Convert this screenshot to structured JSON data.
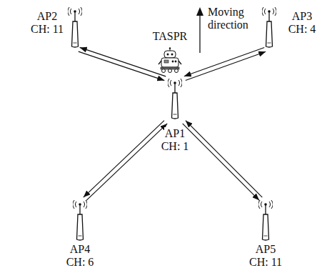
{
  "diagram": {
    "nodes": [
      {
        "text": [
          "AP2",
          "CH: 11"
        ]
      },
      {
        "text": [
          "AP3",
          "CH: 4"
        ]
      },
      {
        "text": [
          "TASPR"
        ]
      },
      {
        "text": [
          "AP1",
          "CH: 1"
        ]
      },
      {
        "text": [
          "AP4",
          "CH: 6"
        ]
      },
      {
        "text": [
          "AP5",
          "CH: 11"
        ]
      }
    ],
    "edges": [
      {
        "from": 3,
        "to": 0,
        "arrow": "to"
      },
      {
        "from": 0,
        "to": 3,
        "arrow": "to"
      },
      {
        "from": 3,
        "to": 1,
        "arrow": "to"
      },
      {
        "from": 1,
        "to": 3,
        "arrow": "to"
      },
      {
        "from": 3,
        "to": 4,
        "arrow": "to"
      },
      {
        "from": 4,
        "to": 3,
        "arrow": "to"
      },
      {
        "from": 3,
        "to": 5,
        "arrow": "to"
      },
      {
        "from": 5,
        "to": 3,
        "arrow": "to"
      }
    ],
    "labels": [
      "Moving direction"
    ]
  }
}
